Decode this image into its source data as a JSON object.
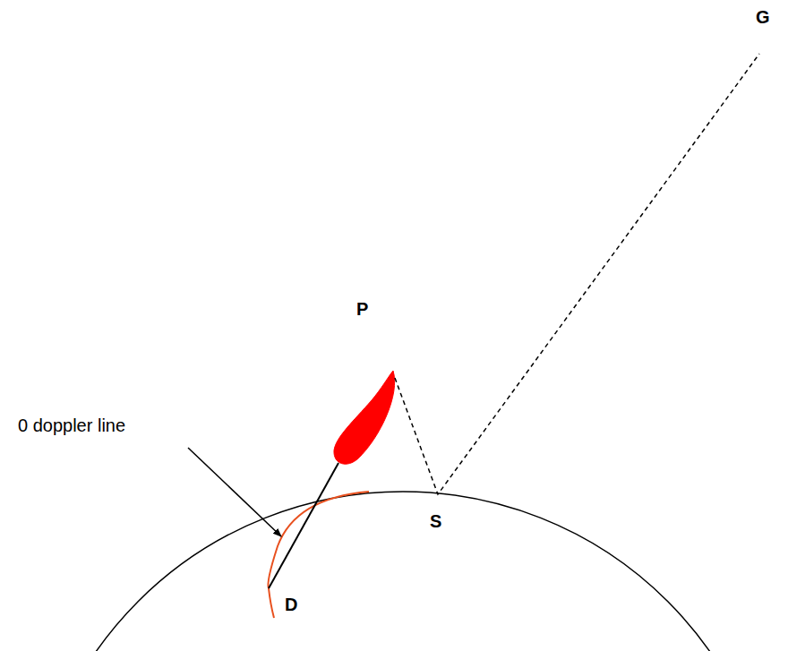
{
  "diagram": {
    "labels": [
      "G",
      "P",
      "0 doppler line",
      "S",
      "D"
    ]
  }
}
